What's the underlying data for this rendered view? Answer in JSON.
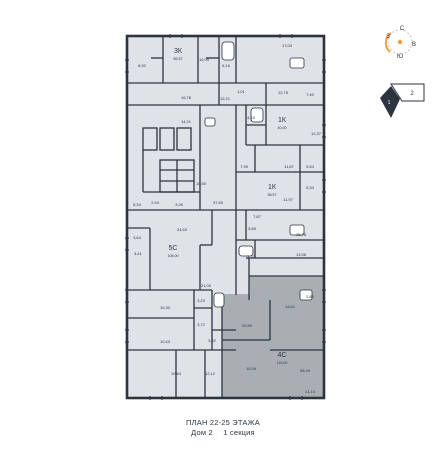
{
  "plan": {
    "title": "ПЛАН 22-25 ЭТАЖА",
    "house": "Дом 2",
    "section": "1 секция"
  },
  "apartments": {
    "3k": {
      "type": "3К",
      "area": "85,57"
    },
    "1k_a": {
      "type": "1К",
      "area": "40,00"
    },
    "1k_b": {
      "type": "1К",
      "area": "38,57"
    },
    "5c": {
      "type": "5С",
      "area": "108,00"
    },
    "4c": {
      "type": "4С",
      "area": "115,00"
    }
  },
  "rooms": {
    "r1": "6,92",
    "r2": "16,09",
    "r3": "6,16",
    "r4": "17,03",
    "r5": "16,78",
    "r6": "12,21",
    "r7": "1,01",
    "r8": "12,75",
    "r9": "7,40",
    "r10": "14,21",
    "r11": "4,10",
    "r12": "12,37",
    "r13": "7,95",
    "r14": "11,87",
    "r15": "5,54",
    "r16": "15,50",
    "r17": "5,34",
    "r18": "11,97",
    "r19": "2,94",
    "r20": "37,60",
    "r21": "3,26",
    "r22": "5,34",
    "r23": "7,87",
    "r24": "24,63",
    "r25": "3,85",
    "r26": "15,78",
    "r27": "3,64",
    "r28": "13,56",
    "r29": "3,70",
    "r30": "3,41",
    "r31": "21,00",
    "r32": "2,82",
    "r33": "3,23",
    "r34": "10,30",
    "r35": "13,61",
    "r36": "20,59",
    "r37": "3,72",
    "r38": "10,43",
    "r39": "3,92",
    "r40": "10,09",
    "r41": "10,64",
    "r42": "12,12",
    "r43": "36,49",
    "r44": "11,14"
  },
  "compass": {
    "n": "С",
    "e": "В",
    "s": "Ю",
    "w": "З"
  },
  "key_plan": {
    "label_1": "1",
    "label_2": "2"
  },
  "colors": {
    "wall": "#2c3440",
    "fill_light": "#dfe3e7",
    "fill_selected": "#a9aeb3",
    "compass_accent": "#f0a13a"
  }
}
